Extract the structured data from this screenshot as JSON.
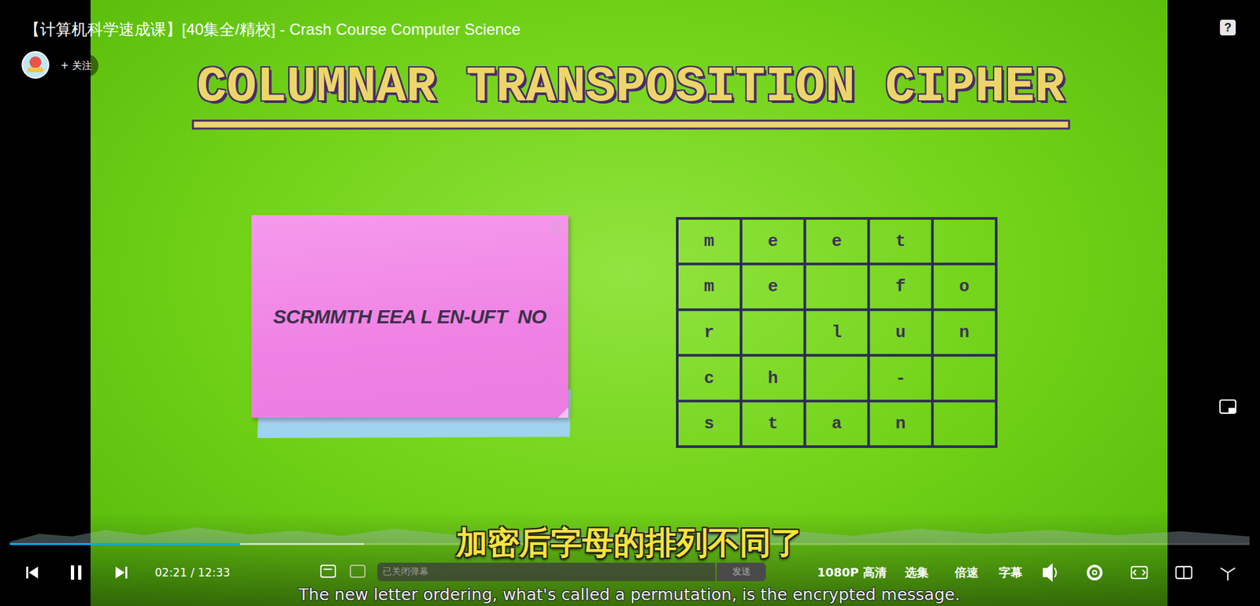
{
  "diagram": {
    "title": "COLUMNAR TRANSPOSITION CIPHER",
    "nodes": [
      {
        "text": [
          "+ 关注"
        ]
      },
      {
        "text": [
          "SCRMMTH EEA L EN-UFT  NO"
        ]
      },
      {
        "text": [
          "已关闭弹幕"
        ]
      },
      {
        "text": [
          "发送"
        ]
      }
    ],
    "labels": [
      "【计算机科学速成课】[40集全/精校] - Crash Course Computer Science",
      "?",
      "m",
      "e",
      "e",
      "t",
      "m",
      "e",
      "f",
      "o",
      "r",
      "l",
      "u",
      "n",
      "c",
      "h",
      "-",
      "s",
      "t",
      "a",
      "n",
      "加密后字母的排列不同了",
      "The new letter ordering, what's called a permutation, is the encrypted message.",
      "02:21 / 12:33",
      "1080P 高清",
      "选集",
      "倍速",
      "字幕"
    ]
  }
}
